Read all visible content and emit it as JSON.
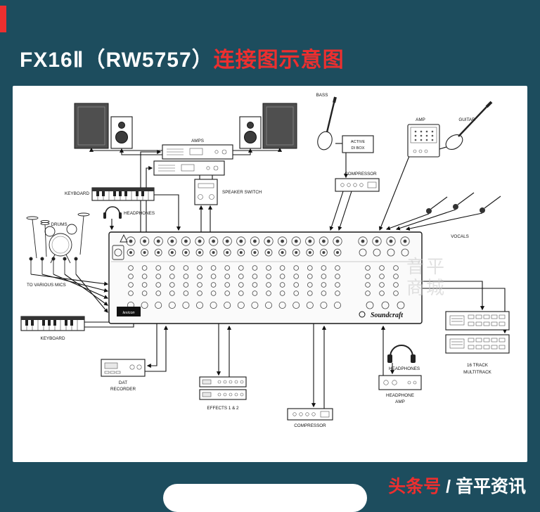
{
  "colors": {
    "background": "#1d4d5e",
    "accent_red": "#ed2f2f",
    "panel": "#ffffff"
  },
  "header": {
    "title_model": "FX16Ⅱ（RW5757）",
    "title_suffix": "连接图示意图"
  },
  "footer": {
    "platform": "头条号",
    "separator": " / ",
    "account": "音平资讯"
  },
  "diagram": {
    "labels": {
      "amps": "AMPS",
      "speaker_switch": "SPEAKER SWITCH",
      "keyboard_top": "KEYBOARD",
      "headphones_top": "HEADPHONES",
      "drums": "DRUMS",
      "to_various_mics": "TO VARIOUS MICS",
      "keyboard_bottom": "KEYBOARD",
      "dat_line1": "DAT",
      "dat_line2": "RECORDER",
      "effects": "EFFECTS 1 & 2",
      "compressor_bottom": "COMPRESSOR",
      "compressor_top": "COMPRESSOR",
      "headphone_amp_line1": "HEADPHONE",
      "headphone_amp_line2": "AMP",
      "headphones_right": "HEADPHONES",
      "multitrack_line1": "16 TRACK",
      "multitrack_line2": "MULTITRACK",
      "vocals": "VOCALS",
      "bass": "BASS",
      "di_box_line1": "ACTIVE",
      "di_box_line2": "DI BOX",
      "amp": "AMP",
      "guitar": "GUITAR"
    },
    "brand": "Soundcraft",
    "fx_brand": "lexicon",
    "watermark_line1": "音平",
    "watermark_line2": "商城"
  }
}
